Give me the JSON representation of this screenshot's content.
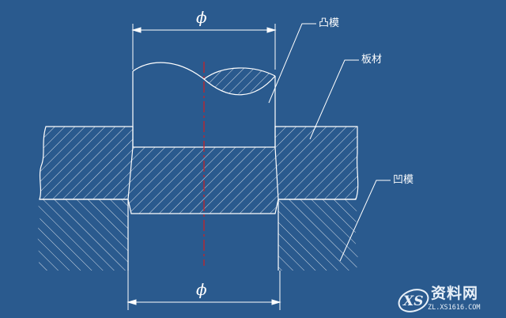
{
  "diagram": {
    "top_dimension_symbol": "ϕ",
    "bottom_dimension_symbol": "ϕ",
    "labels": {
      "punch": "凸模",
      "sheet": "板材",
      "die": "凹模"
    }
  },
  "watermark": {
    "logo_text": "XS",
    "main_text": "资料网",
    "url_text": "ZL.XS1616.COM"
  },
  "colors": {
    "background": "#2a5a8e",
    "lines": "#ffffff",
    "centerline": "#d02020"
  }
}
